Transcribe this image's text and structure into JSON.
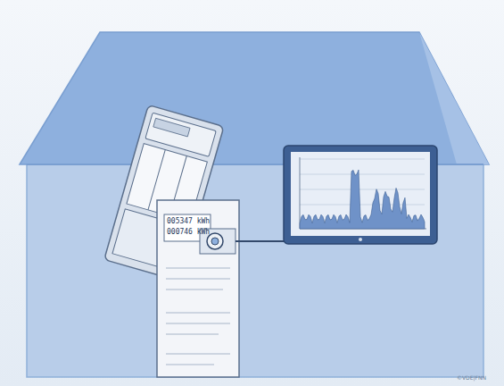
{
  "diagram": {
    "labels": [
      "005347 kWh",
      "000746 kWh",
      "©VDE|FNN"
    ]
  }
}
